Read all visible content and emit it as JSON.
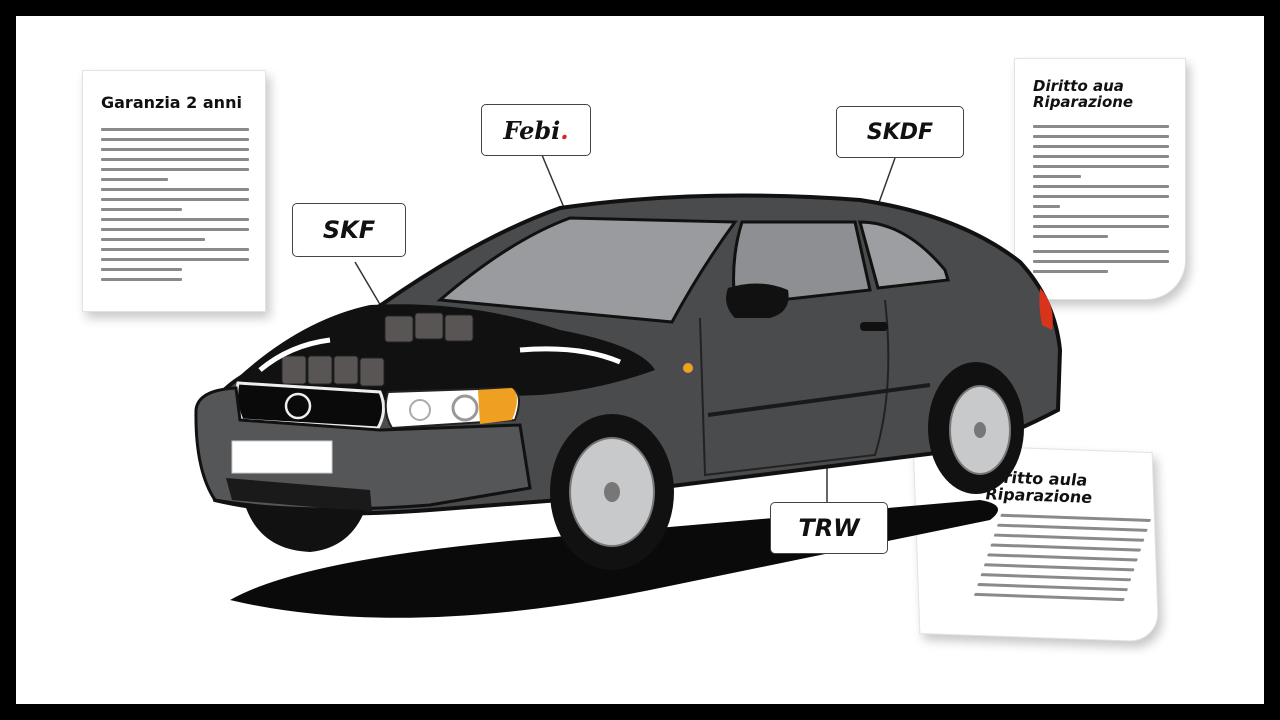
{
  "documents": [
    {
      "id": "warranty",
      "title": "Garanzia 2 anni",
      "line_count": 20
    },
    {
      "id": "right-to-repair-top",
      "title_line1": "Diritto aua",
      "title_line2": "Riparazione",
      "line_count": 17
    },
    {
      "id": "right-to-repair-bottom",
      "title_line1": "Diritto aula",
      "title_line2": "Riparazione",
      "line_count": 14
    }
  ],
  "callouts": [
    {
      "id": "febi",
      "label": "Febi",
      "accent_dot": ".",
      "accent_color": "#e02020"
    },
    {
      "id": "skdf",
      "label": "SKDF"
    },
    {
      "id": "skf",
      "label": "SKF"
    },
    {
      "id": "trw",
      "label": "TRW"
    }
  ],
  "colors": {
    "body": "#4a4b4d",
    "body_dark": "#2c2d2f",
    "glass": "#9a9b9e",
    "headlight_accent": "#f0a020",
    "taillight": "#d8341c",
    "frame": "#000000"
  }
}
